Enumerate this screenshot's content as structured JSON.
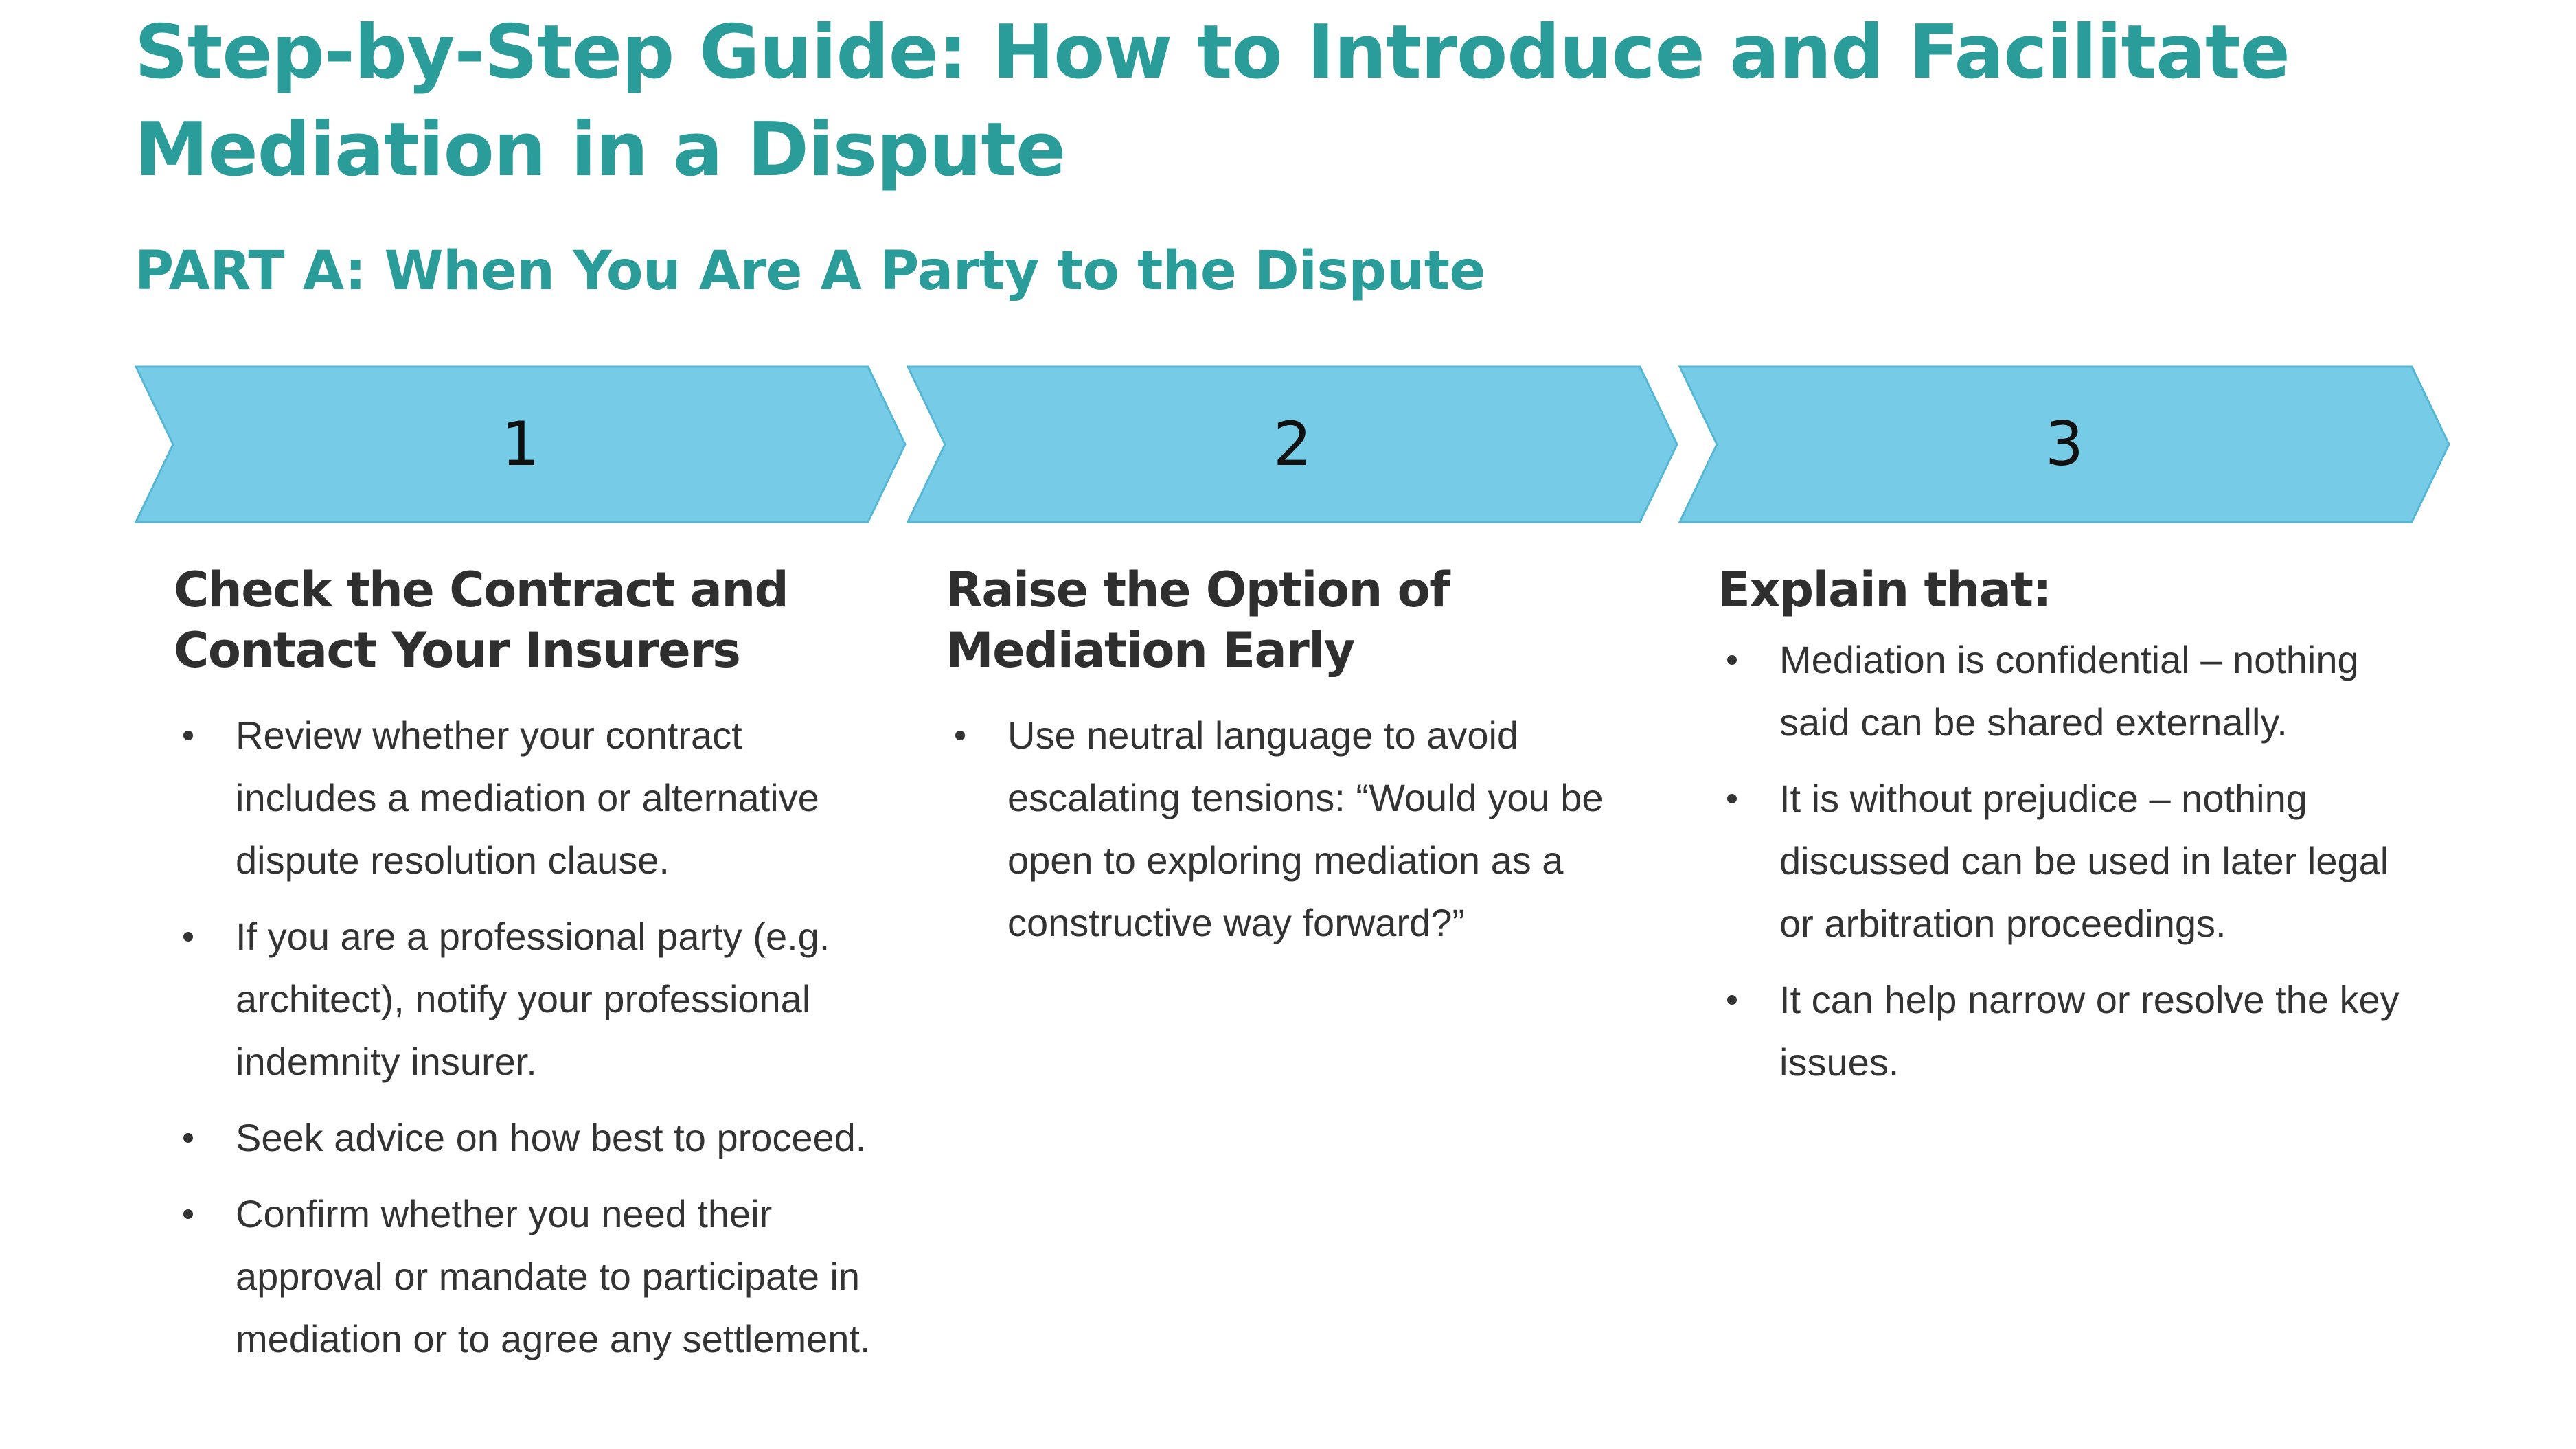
{
  "title": "Step-by-Step Guide: How to Introduce and Facilitate Mediation in a Dispute",
  "part_title": "PART A: When You Are A Party to the Dispute",
  "colors": {
    "accent": "#2a9d9a",
    "chevron_fill": "#76cce6",
    "chevron_stroke": "#55b7d6",
    "heading_text": "#2f2f2f",
    "body_text": "#333333"
  },
  "steps": [
    {
      "number": "1",
      "heading": "Check the Contract and Contact Your Insurers",
      "bullets": [
        "Review whether your contract includes a mediation or alternative dispute resolution clause.",
        "If you are a professional party (e.g. architect), notify your professional indemnity insurer.",
        "Seek advice on how best to proceed.",
        "Confirm whether you need their approval or mandate to participate in mediation or to agree any settlement."
      ]
    },
    {
      "number": "2",
      "heading": "Raise the Option of Mediation Early",
      "bullets": [
        "Use neutral language to avoid escalating tensions: “Would you be open to exploring mediation as a constructive way forward?”"
      ]
    },
    {
      "number": "3",
      "heading": "Explain that:",
      "bullets": [
        "Mediation is confidential – nothing said can be shared externally.",
        "It is without prejudice – nothing discussed can be used in later legal or arbitration proceedings.",
        "It can help narrow or resolve the key issues."
      ]
    }
  ]
}
